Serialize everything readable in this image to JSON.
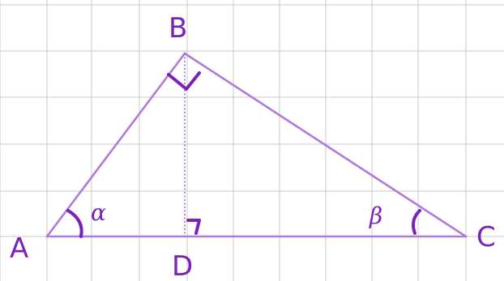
{
  "diagram": {
    "vertices": {
      "A": "A",
      "B": "B",
      "C": "C",
      "D": "D"
    },
    "angles": {
      "alpha": "α",
      "beta": "β"
    },
    "colors": {
      "ink": "#7a22b8",
      "triangle": "#b07ad9",
      "grid": "#c8c8c8"
    }
  }
}
